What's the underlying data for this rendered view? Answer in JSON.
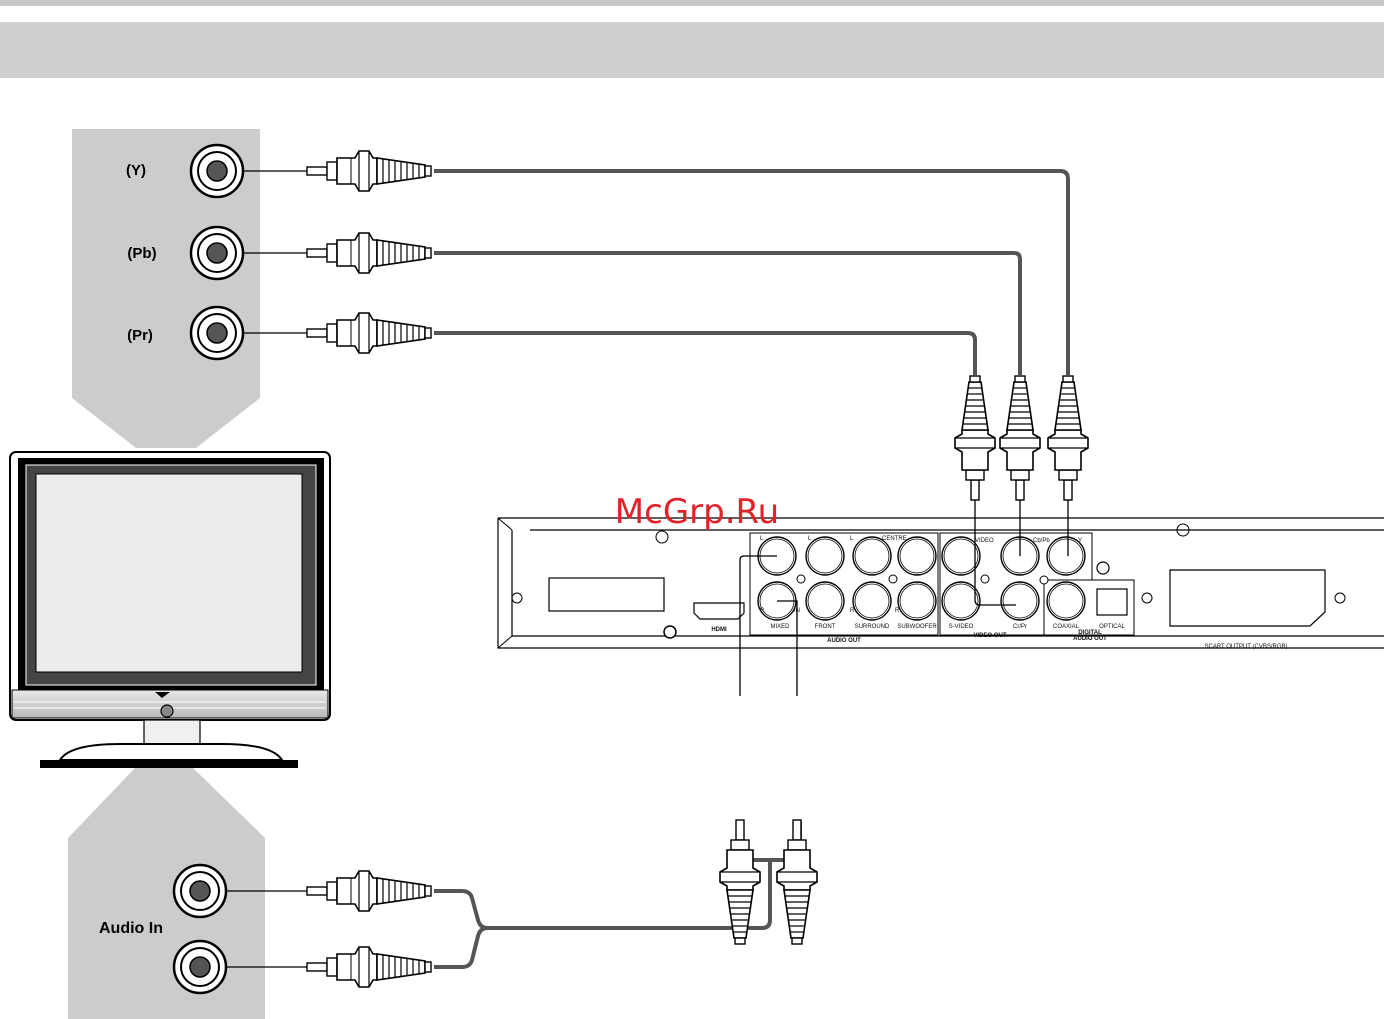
{
  "watermark": "McGrp.Ru",
  "tv_video_panel": {
    "jacks": [
      {
        "label": "(Y)"
      },
      {
        "label": "(Pb)"
      },
      {
        "label": "(Pr)"
      }
    ]
  },
  "tv_audio_panel": {
    "label": "Audio In"
  },
  "player": {
    "audio_out_labels": {
      "top": [
        "L",
        "L",
        "L",
        "CENTRE"
      ],
      "bottom": [
        "R",
        "IN",
        "R",
        "R"
      ],
      "captions": [
        "MIXED",
        "FRONT",
        "SURROUND",
        "SUBWOOFER"
      ],
      "group": "AUDIO OUT"
    },
    "video_out_labels": {
      "top": [
        "VIDEO",
        "Cb/Pb",
        "Y"
      ],
      "captions": [
        "S-VIDEO",
        "Cr/Pr"
      ],
      "group": "VIDEO OUT"
    },
    "digital_labels": {
      "captions": [
        "COAXIAL",
        "OPTICAL"
      ],
      "group_line1": "DIGITAL",
      "group_line2": "AUDIO OUT"
    },
    "hdmi_label": "HDMI",
    "scart_label": "SCART OUTPUT (CVBS/RGB)"
  },
  "colors": {
    "panel": "#cccccc",
    "header": "#cfcfcf",
    "cable": "#555555",
    "watermark": "#e0222a"
  }
}
